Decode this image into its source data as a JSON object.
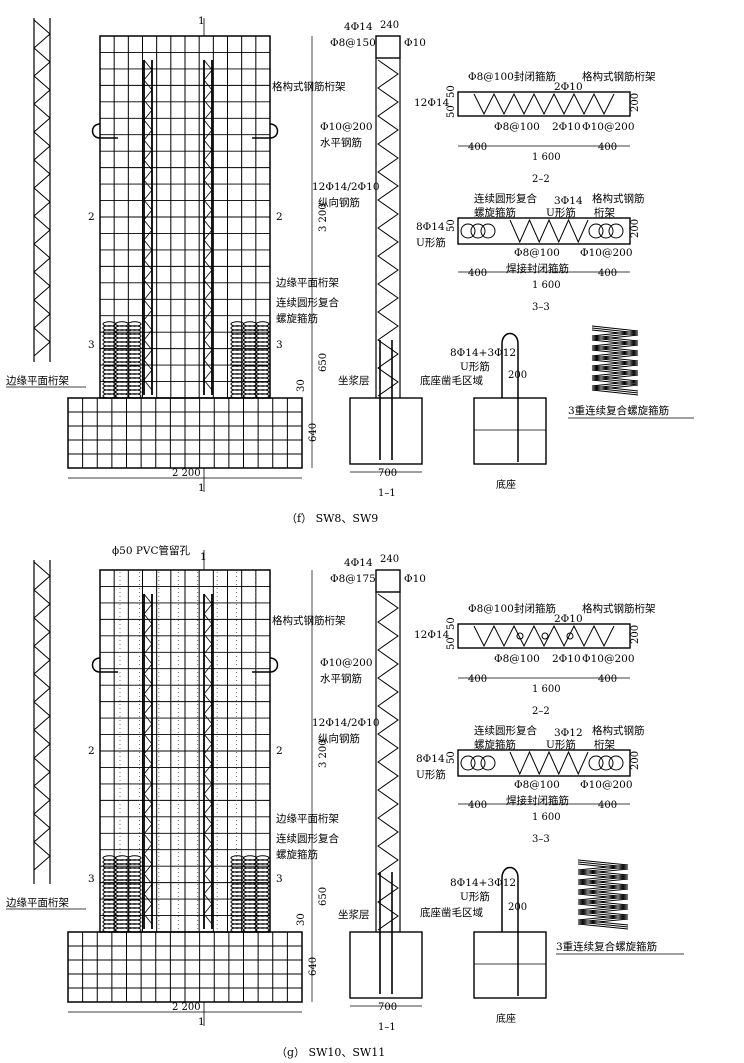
{
  "panel_f": {
    "caption": "（f） SW8、SW9",
    "label_1_top": "1",
    "label_1_bottom": "1",
    "label_2_left": "2",
    "label_2_right": "2",
    "label_3_left": "3",
    "label_3_right": "3",
    "edge_truss": "边缘平面桁架",
    "lattice_truss": "格构式钢筋桁架",
    "horiz_spec": "Φ10@200",
    "horiz_name": "水平钢筋",
    "vert_spec": "12Φ14/2Φ10",
    "vert_name": "纵向钢筋",
    "edge_truss_right": "边缘平面桁架",
    "spiral_line1": "连续圆形复合",
    "spiral_line2": "螺旋箍筋",
    "dim_3200": "3 200",
    "dim_650": "650",
    "dim_30": "30",
    "dim_640": "640",
    "dim_2200": "2 200",
    "sec1_top_bars": "4Φ14",
    "sec1_top_width": "240",
    "sec1_stirrup": "Φ8@150",
    "sec1_phi10": "Φ10",
    "sec1_grout": "坐浆层",
    "sec1_base_width": "700",
    "sec1_title": "1–1",
    "s22_stirrup": "Φ8@100",
    "s22_closed": "封闭箍筋",
    "s22_2phi10": "2Φ10",
    "s22_lattice": "格构式钢筋桁架",
    "s22_12phi14": "12Φ14",
    "s22_50a": "50",
    "s22_50b": "50",
    "s22_200": "200",
    "s22_phi8b": "Φ8@100",
    "s22_2phi10b": "2Φ10",
    "s22_phi10": "Φ10@200",
    "s22_400a": "400",
    "s22_1600": "1 600",
    "s22_400b": "400",
    "s22_title": "2–2",
    "s33_spiral1": "连续圆形复合",
    "s33_spiral2": "螺旋箍筋",
    "s33_3phi14": "3Φ14",
    "s33_ushape": "U形筋",
    "s33_lattice1": "格构式钢筋",
    "s33_lattice2": "桁架",
    "s33_8phi14": "8Φ14",
    "s33_50": "50",
    "s33_ushape_left": "U形筋",
    "s33_phi8": "Φ8@100",
    "s33_phi10": "Φ10@200",
    "s33_weld": "焊接封闭箍筋",
    "s33_200": "200",
    "s33_400a": "400",
    "s33_1600": "1 600",
    "s33_400b": "400",
    "s33_title": "3–3",
    "base_bars": "8Φ14+3Φ12",
    "base_ushape": "U形筋",
    "base_rough": "底座凿毛区域",
    "base_200": "200",
    "base_title": "底座",
    "spiral3": "3重连续复合螺旋箍筋"
  },
  "panel_g": {
    "caption": "（g） SW10、SW11",
    "pvc": "ϕ50 PVC管留孔",
    "label_1_top": "1",
    "label_1_bottom": "1",
    "label_2_left": "2",
    "label_2_right": "2",
    "label_3_left": "3",
    "label_3_right": "3",
    "edge_truss": "边缘平面桁架",
    "lattice_truss": "格构式钢筋桁架",
    "horiz_spec": "Φ10@200",
    "horiz_name": "水平钢筋",
    "vert_spec": "12Φ14/2Φ10",
    "vert_name": "纵向钢筋",
    "edge_truss_right": "边缘平面桁架",
    "spiral_line1": "连续圆形复合",
    "spiral_line2": "螺旋箍筋",
    "dim_3200": "3 200",
    "dim_650": "650",
    "dim_30": "30",
    "dim_640": "640",
    "dim_2200": "2 200",
    "sec1_top_bars": "4Φ14",
    "sec1_top_width": "240",
    "sec1_stirrup": "Φ8@175",
    "sec1_phi10": "Φ10",
    "sec1_grout": "坐浆层",
    "sec1_base_width": "700",
    "sec1_title": "1–1",
    "s22_stirrup": "Φ8@100",
    "s22_closed": "封闭箍筋",
    "s22_2phi10": "2Φ10",
    "s22_lattice": "格构式钢筋桁架",
    "s22_12phi14": "12Φ14",
    "s22_50a": "50",
    "s22_50b": "50",
    "s22_200": "200",
    "s22_phi8b": "Φ8@100",
    "s22_2phi10b": "2Φ10",
    "s22_phi10": "Φ10@200",
    "s22_400a": "400",
    "s22_1600": "1 600",
    "s22_400b": "400",
    "s22_title": "2–2",
    "s33_spiral1": "连续圆形复合",
    "s33_spiral2": "螺旋箍筋",
    "s33_3phi14": "3Φ12",
    "s33_ushape": "U形筋",
    "s33_lattice1": "格构式钢筋",
    "s33_lattice2": "桁架",
    "s33_8phi14": "8Φ14",
    "s33_50": "50",
    "s33_ushape_left": "U形筋",
    "s33_phi8": "Φ8@100",
    "s33_phi10": "Φ10@200",
    "s33_weld": "焊接封闭箍筋",
    "s33_200": "200",
    "s33_400a": "400",
    "s33_1600": "1 600",
    "s33_400b": "400",
    "s33_title": "3–3",
    "base_bars": "8Φ14+3Φ12",
    "base_ushape": "U形筋",
    "base_rough": "底座凿毛区域",
    "base_200": "200",
    "base_title": "底座",
    "spiral3": "3重连续复合螺旋箍筋"
  }
}
